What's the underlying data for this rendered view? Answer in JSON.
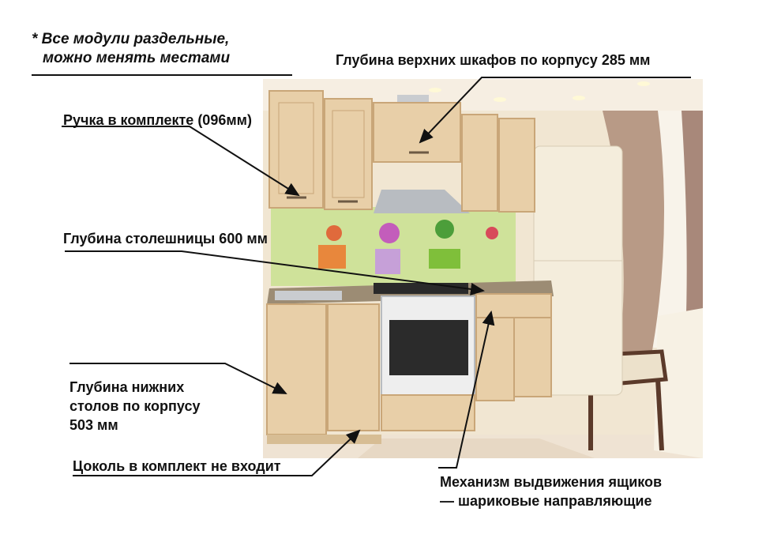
{
  "note": {
    "line1": "* Все модули раздельные,",
    "line2": "можно менять местами"
  },
  "callouts": {
    "upper_depth": "Глубина верхних шкафов по корпусу 285 мм",
    "handle": "Ручка в комплекте (096мм)",
    "countertop_depth": "Глубина столешницы 600 мм",
    "lower_depth_line1": "Глубина нижних",
    "lower_depth_line2": "столов по корпусу",
    "lower_depth_line3": "503 мм",
    "plinth": "Цоколь в комплект не входит",
    "drawer_mech_line1": "Механизм выдвижения ящиков",
    "drawer_mech_line2": "— шариковые направляющие"
  },
  "colors": {
    "wood": "#e8cfa8",
    "wood_dark": "#c9a678",
    "wall": "#f1e6d2",
    "backsplash": "#cfe29a",
    "steel": "#c9ccd0",
    "curtain": "#b89a86",
    "floor": "#efe3d3"
  }
}
